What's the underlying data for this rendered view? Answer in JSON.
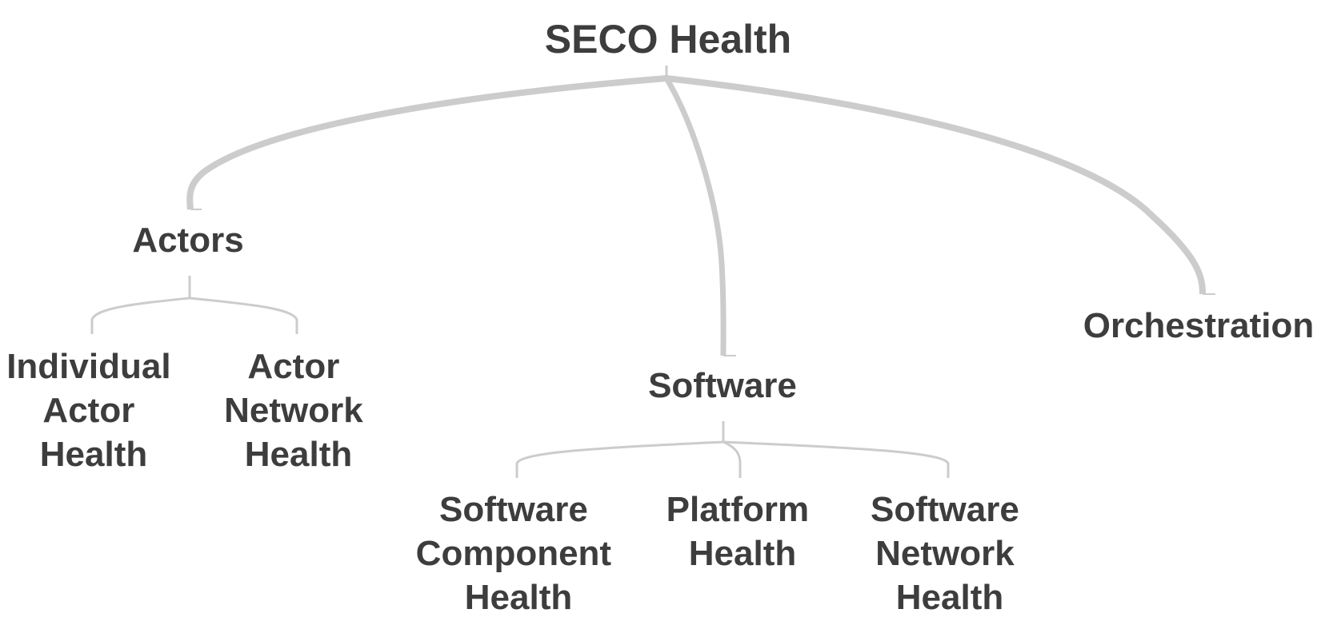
{
  "diagram": {
    "type": "tree",
    "root": {
      "label": [
        "SECO Health"
      ],
      "children": [
        {
          "label": [
            "Actors"
          ],
          "children": [
            {
              "label": [
                "Individual",
                "Actor",
                "Health"
              ]
            },
            {
              "label": [
                "Actor",
                "Network",
                "Health"
              ]
            }
          ]
        },
        {
          "label": [
            "Software"
          ],
          "children": [
            {
              "label": [
                "Software",
                "Component",
                "Health"
              ]
            },
            {
              "label": [
                "Platform",
                "Health"
              ]
            },
            {
              "label": [
                "Software",
                "Network",
                "Health"
              ]
            }
          ]
        },
        {
          "label": [
            "Orchestration"
          ]
        }
      ]
    },
    "colors": {
      "text": "#3d3d3d",
      "edge": "#cccccc"
    }
  }
}
